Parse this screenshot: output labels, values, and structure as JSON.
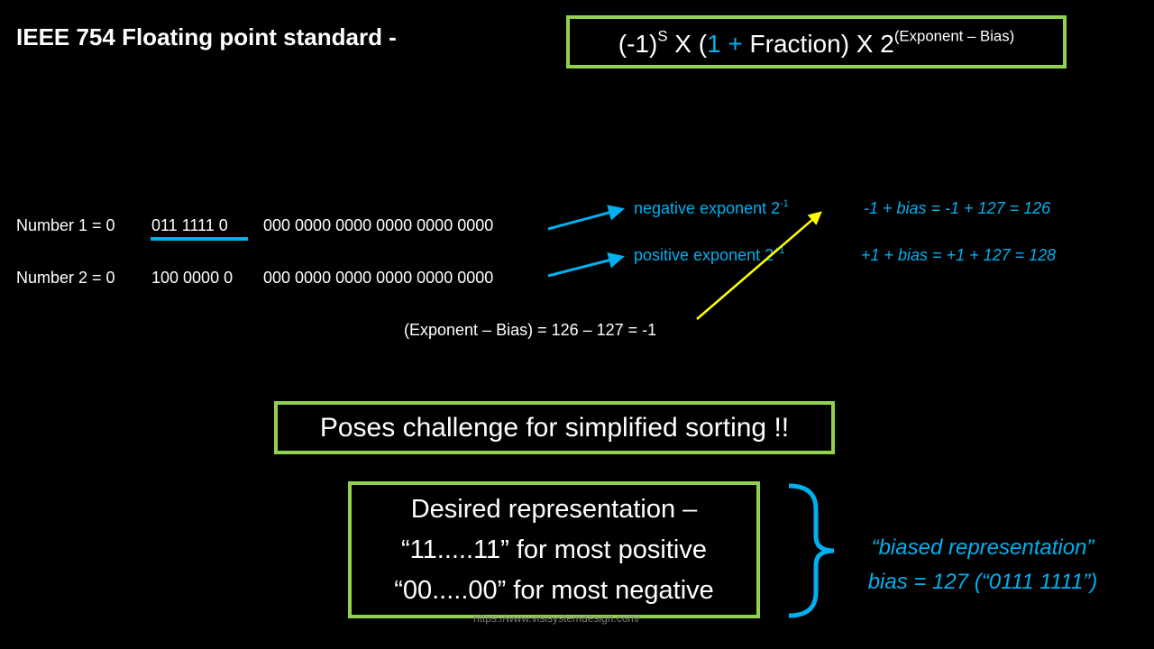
{
  "title": "IEEE 754 Floating point standard -",
  "formula": {
    "part1": "(-1)",
    "sup_s": "S",
    "part2": " X (",
    "one_plus": "1 +",
    "part3": " Fraction) X 2",
    "sup_exp": "(Exponent – Bias)"
  },
  "number1": {
    "label": "Number 1 = 0",
    "exponent": "011 1111 0",
    "fraction": "000 0000 0000 0000 0000 0000"
  },
  "number2": {
    "label": "Number 2 = 0",
    "exponent": "100 0000 0",
    "fraction": "000 0000 0000 0000 0000 0000"
  },
  "negative": {
    "text": "negative exponent 2",
    "sup": "-1",
    "equation": "-1 + bias = -1 + 127 = 126"
  },
  "positive": {
    "text": "positive exponent 2",
    "sup": "+1",
    "equation": "+1 + bias = +1 + 127 = 128"
  },
  "exp_bias_calc": "(Exponent – Bias) = 126 – 127 = -1",
  "challenge": "Poses challenge for simplified sorting !!",
  "desired": [
    "Desired representation –",
    "“11.....11”  for most positive",
    "“00.....00”  for most negative"
  ],
  "biased": {
    "line1": "“biased representation”",
    "line2": "bias = 127 (“0111 1111”)"
  },
  "watermark": "https://www.visisystemdesign.com/",
  "colors": {
    "green": "#92d050",
    "blue": "#00b0f0",
    "yellow": "#ffff00"
  }
}
